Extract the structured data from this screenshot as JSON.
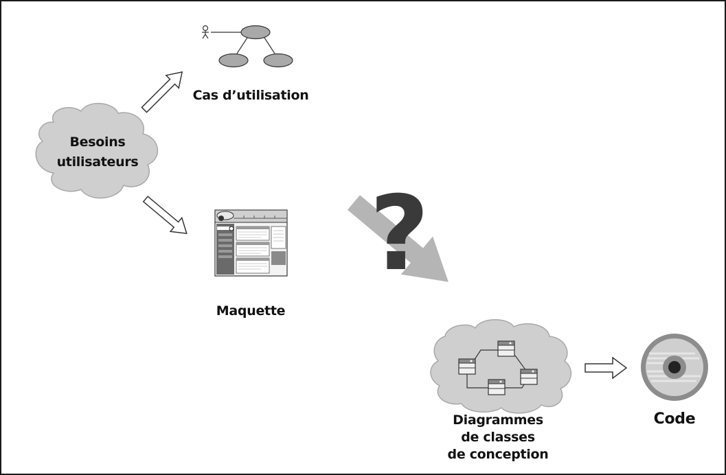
{
  "labels": {
    "cas_utilisation": "Cas d’utilisation",
    "besoins_line1": "Besoins",
    "besoins_line2": "utilisateurs",
    "maquette": "Maquette",
    "diagrammes_line1": "Diagrammes",
    "diagrammes_line2": "de classes",
    "diagrammes_line3": "de conception",
    "code": "Code",
    "question_mark": "?"
  },
  "colors": {
    "cloud_fill": "#cfcfcf",
    "ellipse_fill": "#a9a9a9",
    "big_arrow": "#b5b5b5",
    "question": "#3a3a3a",
    "stroke": "#333333"
  },
  "icons": [
    "actor-icon",
    "use-case-ellipse-icon",
    "mockup-window-icon",
    "class-box-icon",
    "cd-disc-icon",
    "hollow-arrow-icon"
  ]
}
